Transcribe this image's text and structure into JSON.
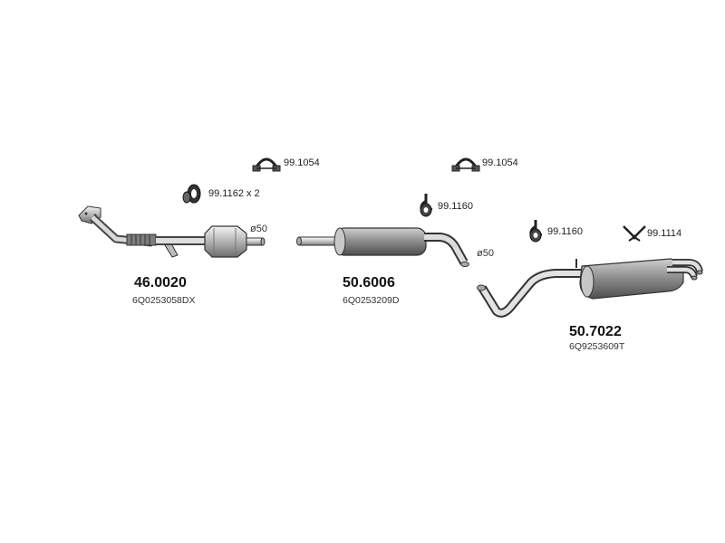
{
  "accessories": {
    "clamp_left": {
      "code": "99.1054",
      "icon": "clamp-icon"
    },
    "clamp_right": {
      "code": "99.1054",
      "icon": "clamp-icon"
    },
    "rubber_mount_front": {
      "code": "99.1162 x 2",
      "icon": "rubber-ring-icon"
    },
    "hanger_middle": {
      "code": "99.1160",
      "icon": "hanger-icon"
    },
    "hanger_rear": {
      "code": "99.1160",
      "icon": "hanger-icon"
    },
    "bracket_rear": {
      "code": "99.1114",
      "icon": "bracket-icon"
    }
  },
  "parts": [
    {
      "part_number": "46.0020",
      "oem_code": "6Q0253058DX",
      "diameter": "ø50"
    },
    {
      "part_number": "50.6006",
      "oem_code": "6Q0253209D",
      "diameter": "ø50"
    },
    {
      "part_number": "50.7022",
      "oem_code": "6Q9253609T"
    }
  ]
}
